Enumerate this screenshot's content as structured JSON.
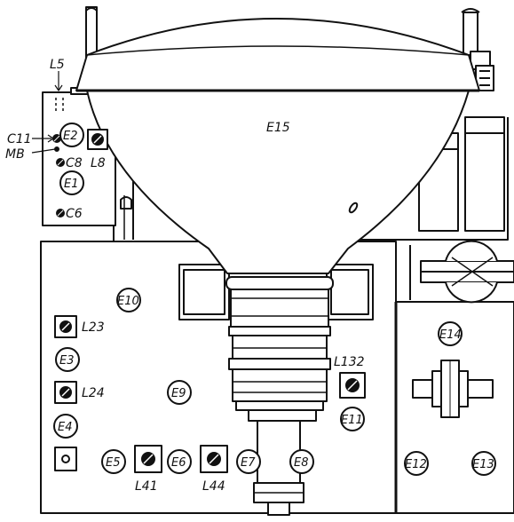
{
  "components": {
    "L5": "L5",
    "C11": "C11",
    "MB": "MB",
    "E2": "E2",
    "L8": "L8",
    "C8": "C8",
    "E1": "E1",
    "C6": "C6",
    "E15": "E15",
    "E10": "E10",
    "L23": "L23",
    "E3": "E3",
    "L24": "L24",
    "E9": "E9",
    "L132": "L132",
    "E11": "E11",
    "E14": "E14",
    "E4": "E4",
    "E5": "E5",
    "L41": "L41",
    "E6": "E6",
    "L44": "L44",
    "E7": "E7",
    "E8": "E8",
    "E12": "E12",
    "E13": "E13"
  }
}
